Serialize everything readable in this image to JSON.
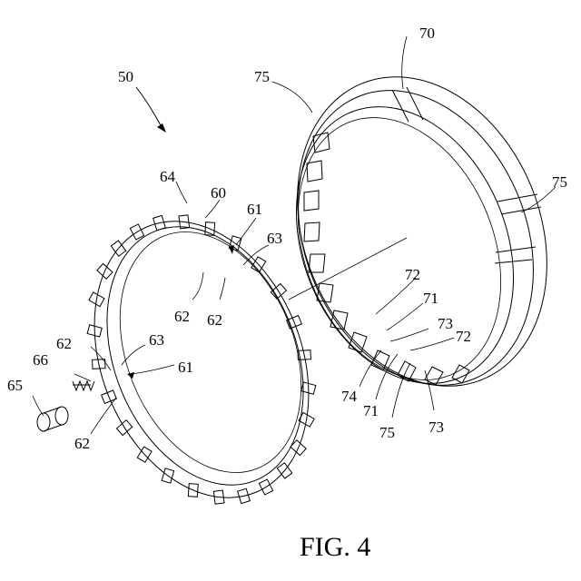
{
  "figure": {
    "caption": "FIG. 4"
  },
  "labels": [
    {
      "id": "assembly",
      "text": "50"
    },
    {
      "id": "outer-ring",
      "text": "70"
    },
    {
      "id": "outer-ring-notch-left",
      "text": "75"
    },
    {
      "id": "outer-ring-notch-right",
      "text": "75"
    },
    {
      "id": "outer-ring-notch-bottom",
      "text": "75"
    },
    {
      "id": "inner-ring-top",
      "text": "64"
    },
    {
      "id": "inner-ring",
      "text": "60"
    },
    {
      "id": "slot-top-right",
      "text": "61"
    },
    {
      "id": "tooth-top-right",
      "text": "63"
    },
    {
      "id": "pocket-a",
      "text": "62"
    },
    {
      "id": "pocket-b",
      "text": "62"
    },
    {
      "id": "pocket-left",
      "text": "62"
    },
    {
      "id": "tooth-left",
      "text": "63"
    },
    {
      "id": "spring",
      "text": "66"
    },
    {
      "id": "slot-left",
      "text": "61"
    },
    {
      "id": "roller",
      "text": "65"
    },
    {
      "id": "pocket-bottom",
      "text": "62"
    },
    {
      "id": "outer-tooth-a",
      "text": "72"
    },
    {
      "id": "outer-groove-a",
      "text": "71"
    },
    {
      "id": "outer-face-a",
      "text": "73"
    },
    {
      "id": "outer-tooth-b",
      "text": "72"
    },
    {
      "id": "outer-face-b",
      "text": "73"
    },
    {
      "id": "outer-edge",
      "text": "74"
    },
    {
      "id": "outer-groove-b",
      "text": "71"
    }
  ]
}
